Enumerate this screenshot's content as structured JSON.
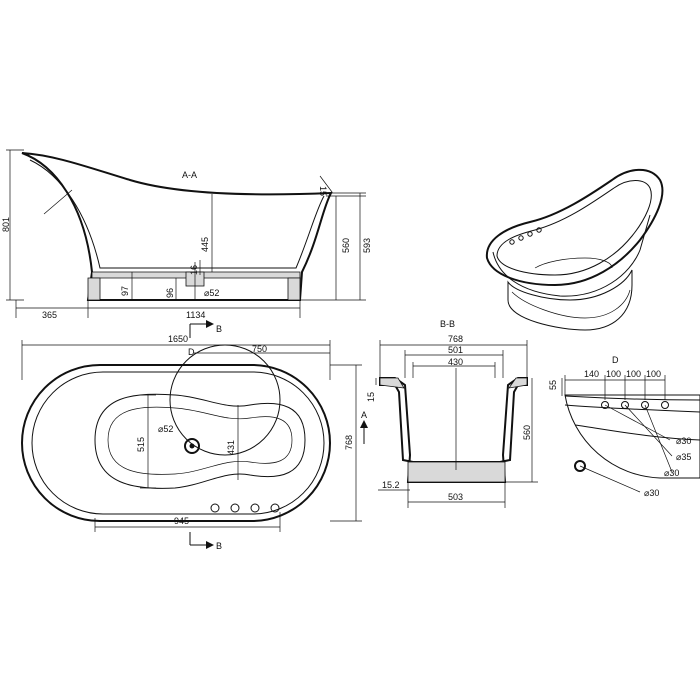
{
  "section_labels": {
    "aa": "A-A",
    "bb": "B-B",
    "detail": "D",
    "detail_callout": "D",
    "cut_b": "B",
    "cut_a": "A"
  },
  "side_view": {
    "height_total": "801",
    "rim_thickness": "15",
    "rim_thickness_right": "15",
    "depth_center": "445",
    "height_right_inner": "560",
    "height_right_outer": "593",
    "base_height": "97",
    "drain_height": "96",
    "drain_offset": "16",
    "drain_diameter": "⌀52",
    "left_offset": "365",
    "base_length": "1134"
  },
  "top_view": {
    "length_total": "1650",
    "length_partial": "750",
    "inner_width": "515",
    "drain_diameter": "⌀52",
    "seat_width": "431",
    "width_total": "768",
    "hole_span": "945"
  },
  "section_bb": {
    "outer_width": "768",
    "rim_width": "501",
    "inner_width": "430",
    "rim_thickness": "15",
    "height": "560",
    "base_offset": "15.2",
    "base_width": "503"
  },
  "detail_d": {
    "rim_height": "55",
    "spacing_1": "140",
    "spacing_2": "100",
    "spacing_3": "100",
    "spacing_4": "100",
    "hole_1": "⌀30",
    "hole_2": "⌀35",
    "hole_3": "⌀30",
    "hole_4": "⌀30"
  }
}
